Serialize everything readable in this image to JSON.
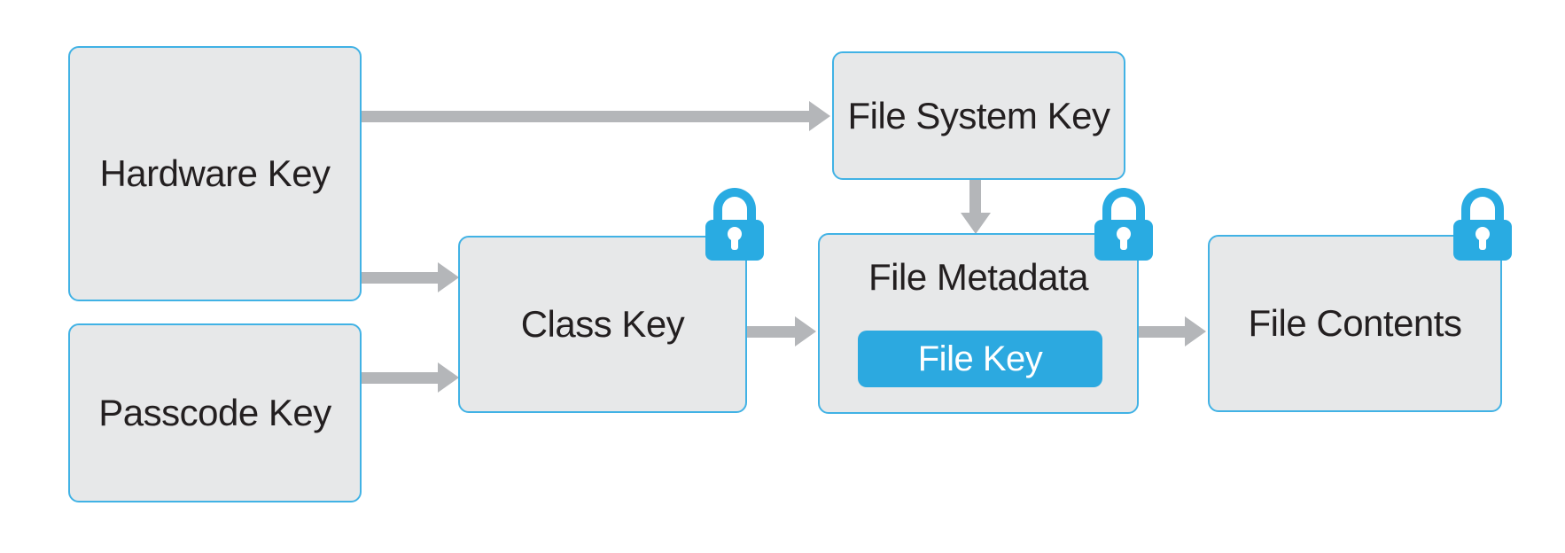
{
  "diagram": {
    "background_color": "#ffffff",
    "colors": {
      "node_fill": "#e7e8e9",
      "node_border": "#41b2e5",
      "lock_blue": "#29abe2",
      "file_key_button_blue": "#2ca9e0",
      "arrow_gray": "#b4b6b9",
      "label_text": "#231f20",
      "file_key_text": "#ffffff"
    },
    "nodes": {
      "hardware_key": {
        "label": "Hardware Key"
      },
      "passcode_key": {
        "label": "Passcode Key"
      },
      "class_key": {
        "label": "Class Key",
        "icon": "lock-icon"
      },
      "file_system_key": {
        "label": "File System Key"
      },
      "file_metadata": {
        "label": "File Metadata",
        "icon": "lock-icon"
      },
      "file_key": {
        "label": "File Key"
      },
      "file_contents": {
        "label": "File Contents",
        "icon": "lock-icon"
      }
    },
    "edges": [
      {
        "from": "Hardware Key",
        "to": "File System Key",
        "direction": "right"
      },
      {
        "from": "Hardware Key",
        "to": "Class Key",
        "direction": "right"
      },
      {
        "from": "Passcode Key",
        "to": "Class Key",
        "direction": "right"
      },
      {
        "from": "Class Key",
        "to": "File Metadata",
        "direction": "right"
      },
      {
        "from": "File System Key",
        "to": "File Metadata",
        "direction": "down"
      },
      {
        "from": "File Metadata",
        "to": "File Contents",
        "direction": "right"
      }
    ]
  }
}
